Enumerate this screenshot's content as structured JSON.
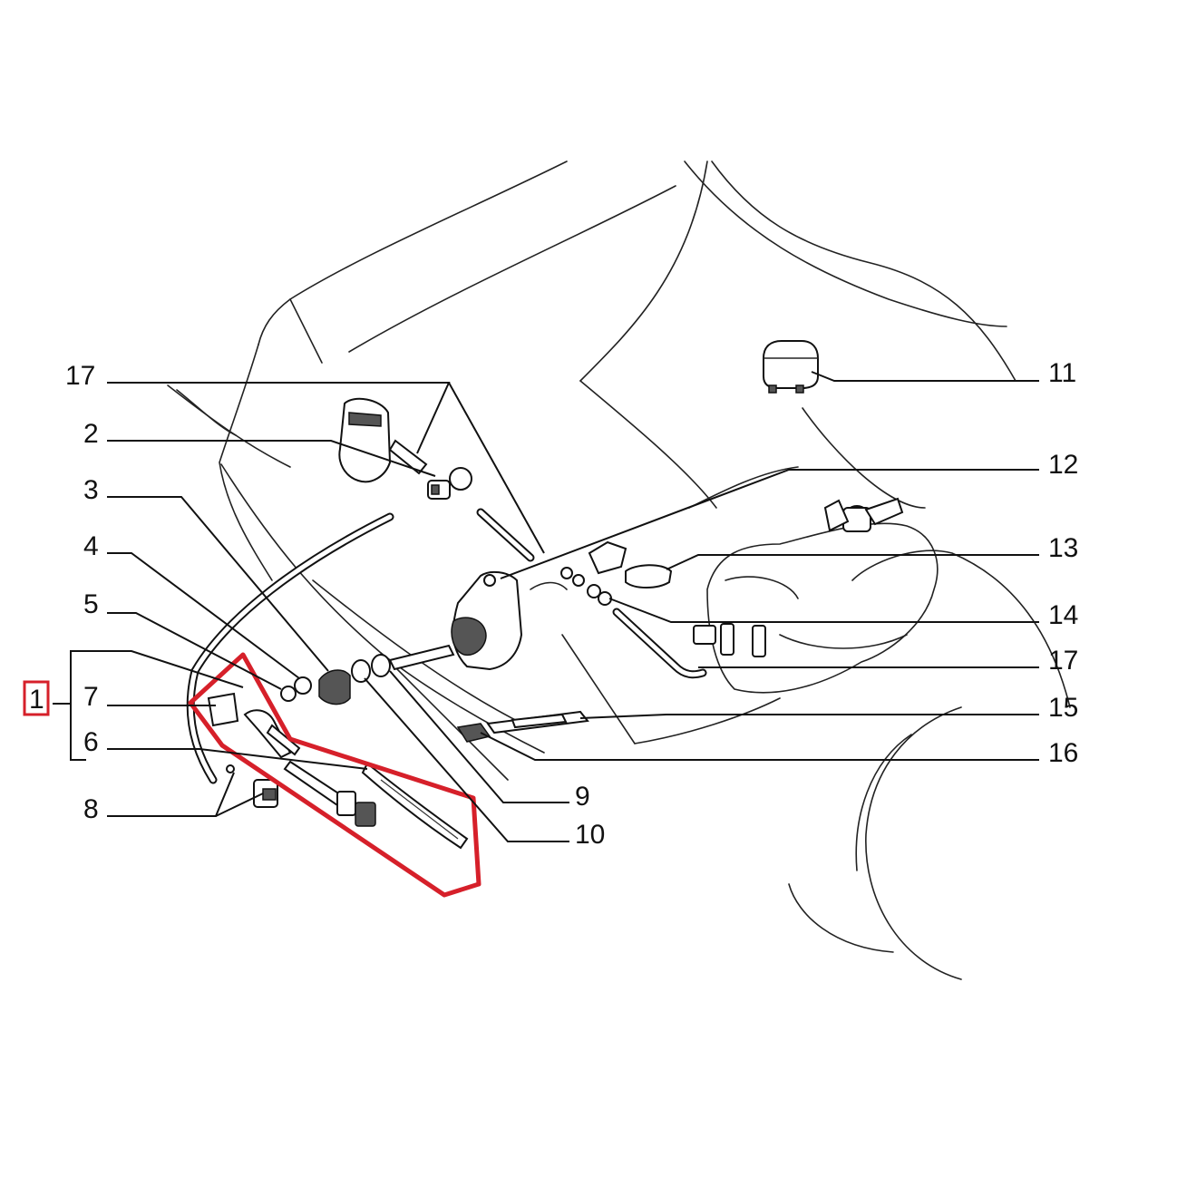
{
  "labels": {
    "l1": "1",
    "l2": "2",
    "l3": "3",
    "l4": "4",
    "l5": "5",
    "l6": "6",
    "l7": "7",
    "l8": "8",
    "l9": "9",
    "l10": "10",
    "l11": "11",
    "l12": "12",
    "l13": "13",
    "l14": "14",
    "l15": "15",
    "l16": "16",
    "l17_top": "17",
    "l17_right": "17"
  },
  "highlight_color": "#d6202a",
  "line_color": "#111111"
}
